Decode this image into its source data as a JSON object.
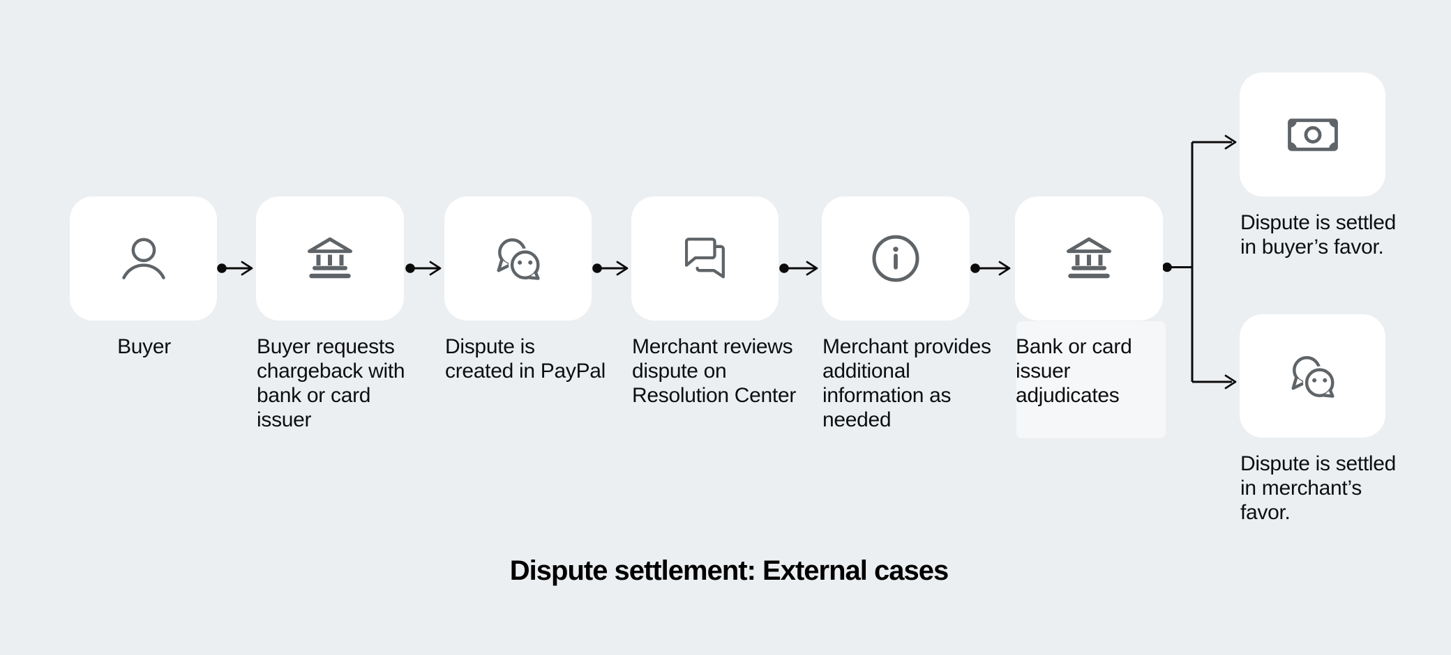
{
  "title": "Dispute settlement: External cases",
  "colors": {
    "background": "#ECEFF1",
    "card": "#FFFFFF",
    "icon": "#5F6468",
    "text": "#0D0E10",
    "connector": "#0B0B0B"
  },
  "nodes": [
    {
      "id": "buyer",
      "icon": "person-icon",
      "label": "Buyer"
    },
    {
      "id": "chargeback-request",
      "icon": "bank-icon",
      "label": "Buyer requests\nchargeback with\nbank or card\nissuer"
    },
    {
      "id": "dispute-created",
      "icon": "chat-bubbles-icon",
      "label": "Dispute is\ncreated in PayPal"
    },
    {
      "id": "merchant-reviews",
      "icon": "chat-squares-icon",
      "label": "Merchant reviews\ndispute on\nResolution Center"
    },
    {
      "id": "merchant-provides-info",
      "icon": "info-icon",
      "label": "Merchant provides\nadditional\ninformation as\nneeded"
    },
    {
      "id": "issuer-adjudicates",
      "icon": "bank-icon",
      "label": "Bank or card\nissuer\nadjudicates"
    },
    {
      "id": "settled-buyer-favor",
      "icon": "money-icon",
      "label": "Dispute is settled\nin buyer’s favor."
    },
    {
      "id": "settled-merchant-favor",
      "icon": "chat-bubbles-icon",
      "label": "Dispute is settled\nin merchant’s\nfavor."
    }
  ]
}
